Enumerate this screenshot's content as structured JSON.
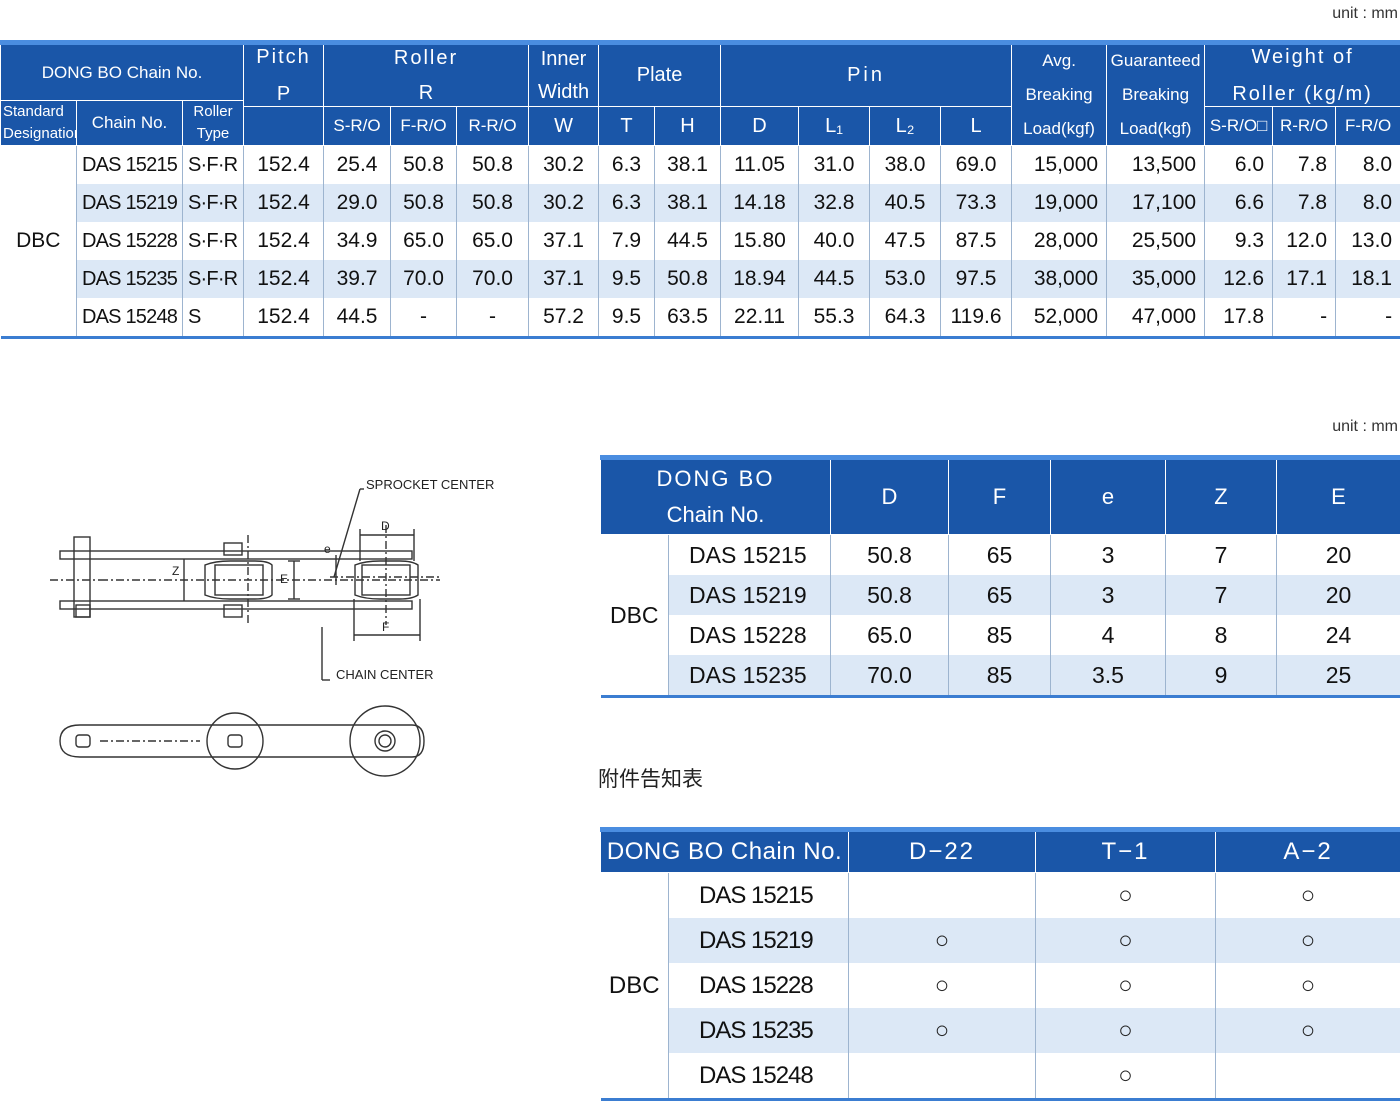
{
  "units": {
    "top": "unit : mm",
    "middle": "unit : mm"
  },
  "main_table": {
    "headers": {
      "chain_no": "DONG BO Chain No.",
      "standard_designation": "Standard Designation",
      "chain_no_sub": "Chain No.",
      "roller_type": "Roller Type",
      "pitch": "Pitch",
      "pitch_sym": "P",
      "roller": "Roller",
      "roller_sym": "R",
      "sro": "S-R/O",
      "fro": "F-R/O",
      "rro": "R-R/O",
      "inner": "Inner",
      "width": "Width",
      "width_sym": "W",
      "plate": "Plate",
      "plate_t": "T",
      "plate_h": "H",
      "pin": "Pin",
      "pin_d": "D",
      "pin_l1": "L₁",
      "pin_l2": "L₂",
      "pin_l": "L",
      "avg1": "Avg.",
      "avg2": "Breaking",
      "avg3": "Load(kgf)",
      "gua1": "Guaranteed",
      "gua2": "Breaking",
      "gua3": "Load(kgf)",
      "weight1": "Weight of",
      "weight2": "Roller (kg/m)",
      "w_sro": "S-R/O□",
      "w_rro": "R-R/O",
      "w_fro": "F-R/O"
    },
    "group": "DBC",
    "rows": [
      [
        "DAS 15215",
        "S·F·R",
        "152.4",
        "25.4",
        "50.8",
        "50.8",
        "30.2",
        "6.3",
        "38.1",
        "11.05",
        "31.0",
        "38.0",
        "69.0",
        "15,000",
        "13,500",
        "6.0",
        "7.8",
        "8.0"
      ],
      [
        "DAS 15219",
        "S·F·R",
        "152.4",
        "29.0",
        "50.8",
        "50.8",
        "30.2",
        "6.3",
        "38.1",
        "14.18",
        "32.8",
        "40.5",
        "73.3",
        "19,000",
        "17,100",
        "6.6",
        "7.8",
        "8.0"
      ],
      [
        "DAS 15228",
        "S·F·R",
        "152.4",
        "34.9",
        "65.0",
        "65.0",
        "37.1",
        "7.9",
        "44.5",
        "15.80",
        "40.0",
        "47.5",
        "87.5",
        "28,000",
        "25,500",
        "9.3",
        "12.0",
        "13.0"
      ],
      [
        "DAS 15235",
        "S·F·R",
        "152.4",
        "39.7",
        "70.0",
        "70.0",
        "37.1",
        "9.5",
        "50.8",
        "18.94",
        "44.5",
        "53.0",
        "97.5",
        "38,000",
        "35,000",
        "12.6",
        "17.1",
        "18.1"
      ],
      [
        "DAS 15248",
        "S",
        "152.4",
        "44.5",
        "-",
        "-",
        "57.2",
        "9.5",
        "63.5",
        "22.11",
        "55.3",
        "64.3",
        "119.6",
        "52,000",
        "47,000",
        "17.8",
        "-",
        "-"
      ]
    ]
  },
  "diagram": {
    "sprocket_center": "SPROCKET CENTER",
    "chain_center": "CHAIN CENTER",
    "label_d": "D",
    "label_f": "F",
    "label_z": "Z",
    "label_e_small": "e",
    "label_e_big": "E"
  },
  "dim_table": {
    "header_line1": "DONG BO",
    "header_line2": "Chain No.",
    "cols": [
      "D",
      "F",
      "e",
      "Z",
      "E"
    ],
    "group": "DBC",
    "rows": [
      [
        "DAS 15215",
        "50.8",
        "65",
        "3",
        "7",
        "20"
      ],
      [
        "DAS 15219",
        "50.8",
        "65",
        "3",
        "7",
        "20"
      ],
      [
        "DAS 15228",
        "65.0",
        "85",
        "4",
        "8",
        "24"
      ],
      [
        "DAS 15235",
        "70.0",
        "85",
        "3.5",
        "9",
        "25"
      ]
    ]
  },
  "attachment": {
    "caption": "附件告知表",
    "header": "DONG BO Chain No.",
    "cols": [
      "D−22",
      "T−1",
      "A−2"
    ],
    "mark": "○",
    "group": "DBC",
    "rows": [
      {
        "chain": "DAS 15215",
        "d22": "",
        "t1": "○",
        "a2": "○"
      },
      {
        "chain": "DAS 15219",
        "d22": "○",
        "t1": "○",
        "a2": "○"
      },
      {
        "chain": "DAS 15228",
        "d22": "○",
        "t1": "○",
        "a2": "○"
      },
      {
        "chain": "DAS 15235",
        "d22": "○",
        "t1": "○",
        "a2": "○"
      },
      {
        "chain": "DAS 15248",
        "d22": "",
        "t1": "○",
        "a2": ""
      }
    ]
  }
}
